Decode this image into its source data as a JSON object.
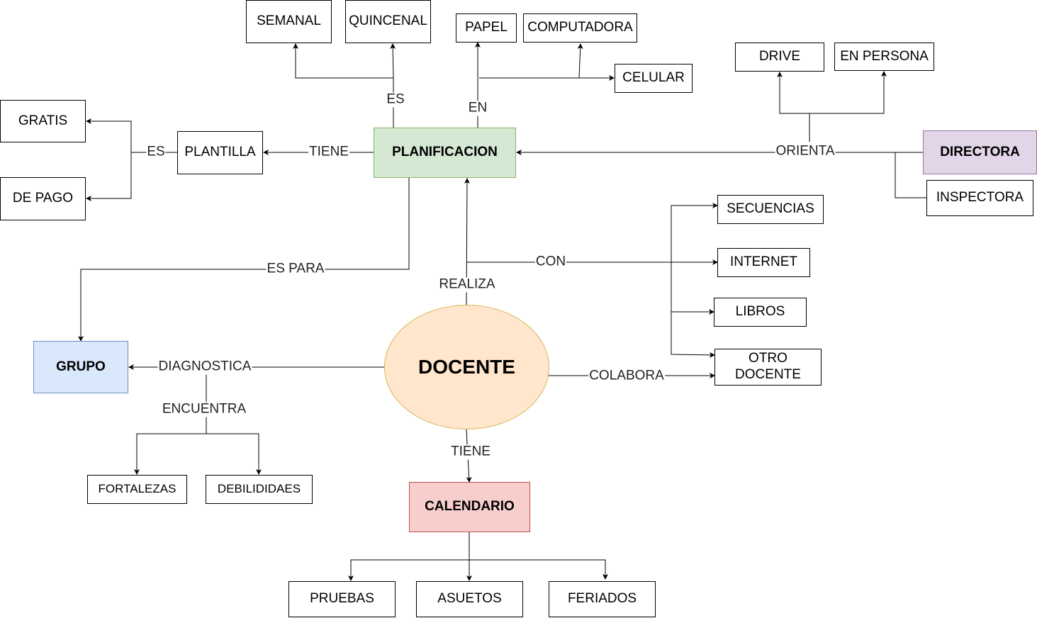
{
  "colors": {
    "planificacion_fill": "#d5e8d4",
    "planificacion_stroke": "#82b366",
    "directora_fill": "#e1d5e7",
    "directora_stroke": "#9673a6",
    "grupo_fill": "#dae8fc",
    "grupo_stroke": "#6c8ebf",
    "calendario_fill": "#f8cecc",
    "calendario_stroke": "#b85450",
    "docente_fill": "#ffe6cc",
    "docente_stroke": "#d6b656"
  },
  "nodes": {
    "semanal": "SEMANAL",
    "quincenal": "QUINCENAL",
    "papel": "PAPEL",
    "computadora": "COMPUTADORA",
    "celular": "CELULAR",
    "drive": "DRIVE",
    "en_persona": "EN PERSONA",
    "gratis": "GRATIS",
    "de_pago": "DE PAGO",
    "plantilla": "PLANTILLA",
    "planificacion": "PLANIFICACION",
    "directora": "DIRECTORA",
    "inspectora": "INSPECTORA",
    "secuencias": "SECUENCIAS",
    "internet": "INTERNET",
    "libros": "LIBROS",
    "otro_docente": "OTRO DOCENTE",
    "grupo": "GRUPO",
    "docente": "DOCENTE",
    "fortalezas": "FORTALEZAS",
    "debilidades": "DEBILIDIDAES",
    "calendario": "CALENDARIO",
    "pruebas": "PRUEBAS",
    "asuetos": "ASUETOS",
    "feriados": "FERIADOS"
  },
  "labels": {
    "es_top": "ES",
    "en": "EN",
    "orienta": "ORIENTA",
    "tiene_plantilla": "TIENE",
    "es_left": "ES",
    "es_para": "ES PARA",
    "con": "CON",
    "realiza": "REALIZA",
    "diagnostica": "DIAGNOSTICA",
    "encuentra": "ENCUENTRA",
    "colabora": "COLABORA",
    "tiene_calendario": "TIENE"
  }
}
